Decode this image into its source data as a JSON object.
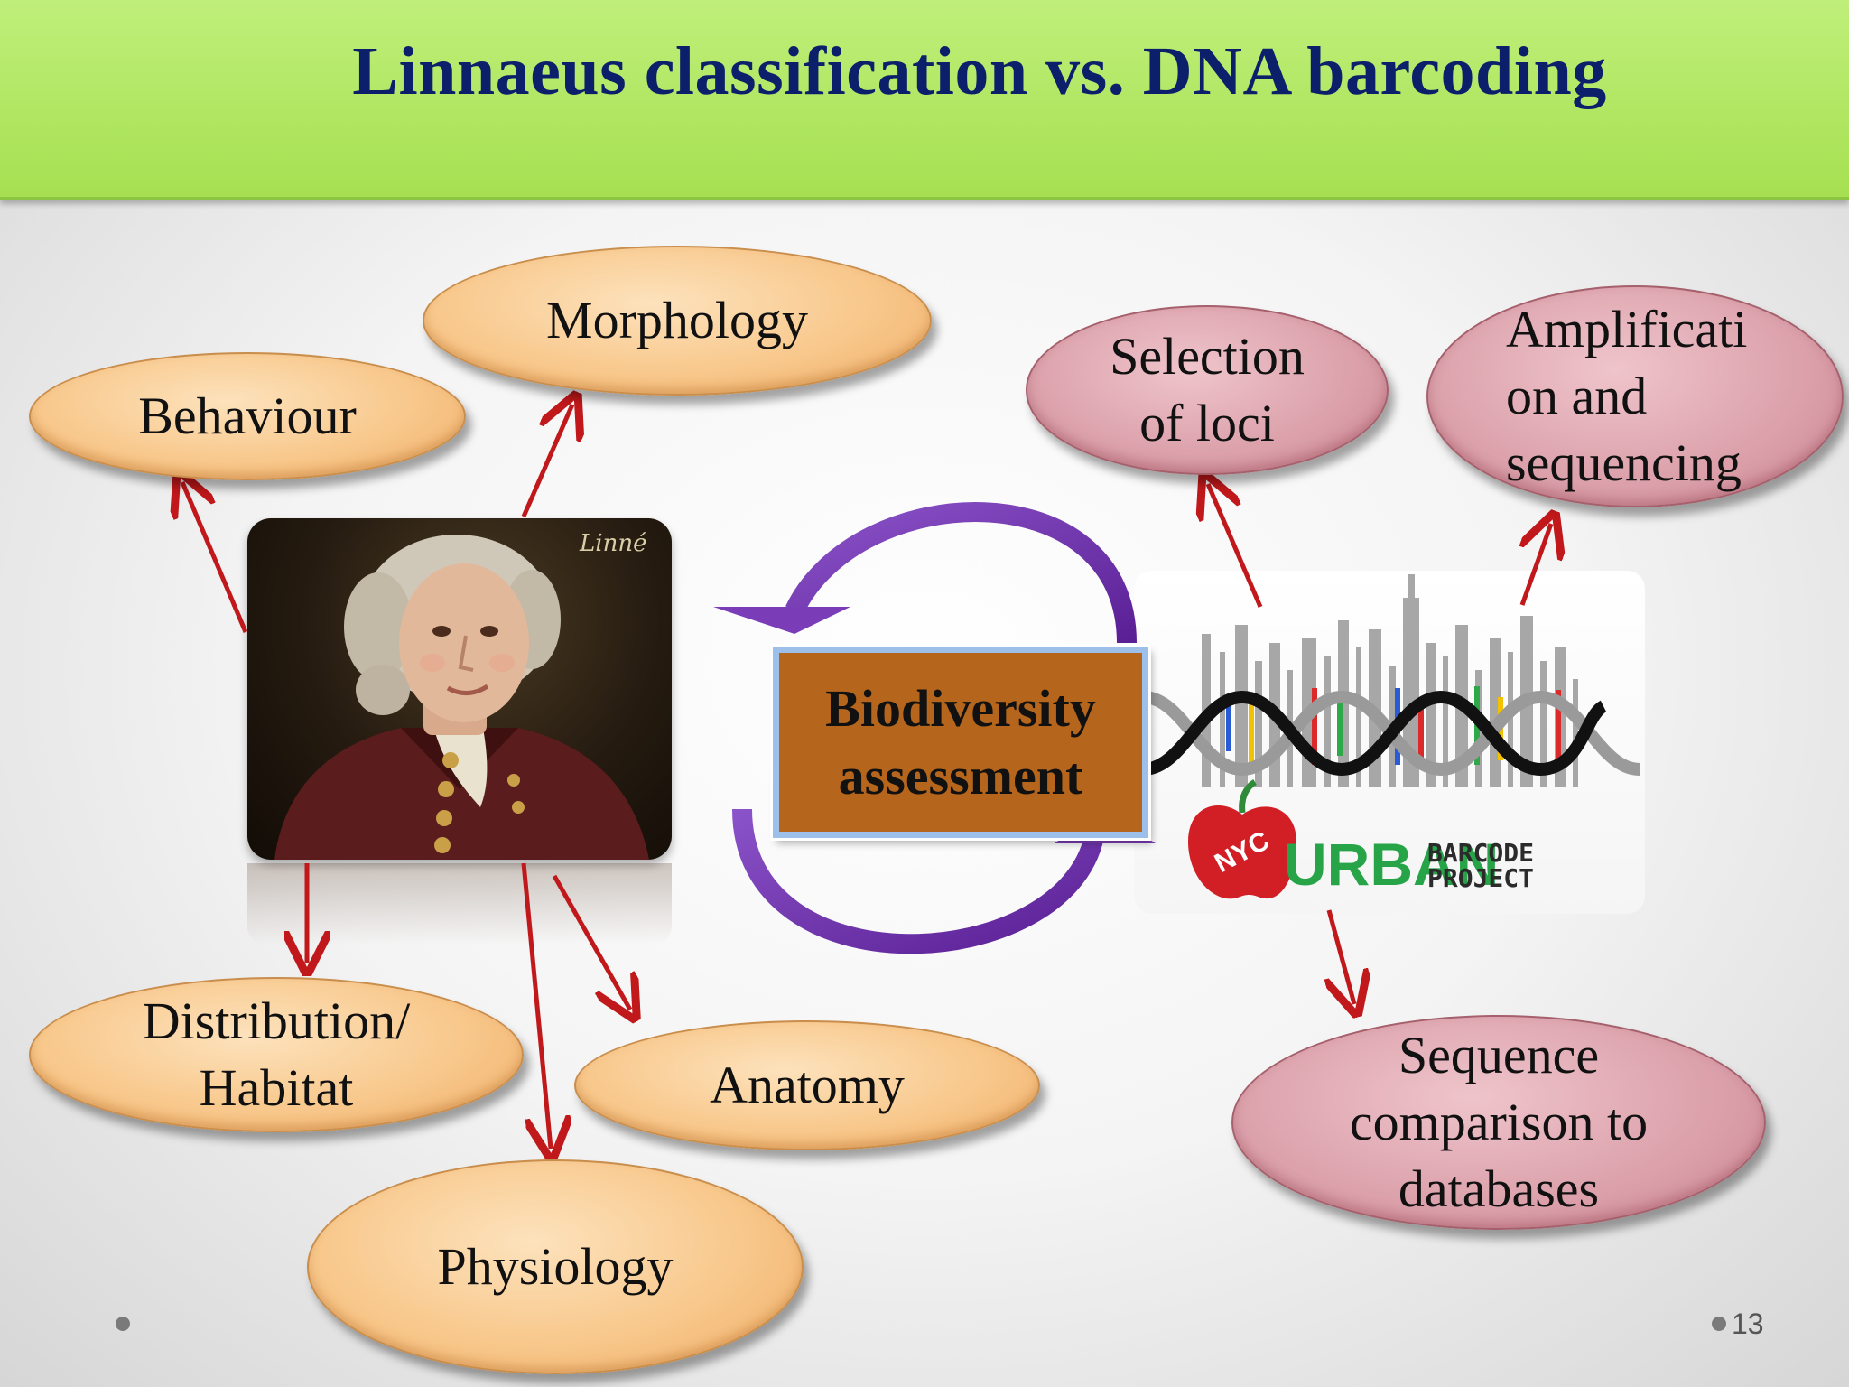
{
  "title": "Linnaeus classification vs. DNA barcoding",
  "linnaeus": {
    "portrait_signature": "Linné",
    "traits": {
      "morphology": "Morphology",
      "behaviour": "Behaviour",
      "distribution": [
        "Distribution/",
        "Habitat"
      ],
      "anatomy": "Anatomy",
      "physiology": "Physiology"
    }
  },
  "center": {
    "line1": "Biodiversity",
    "line2": "assessment"
  },
  "barcoding": {
    "selection": [
      "Selection",
      "of loci"
    ],
    "amplification": [
      "Amplificati",
      "on and",
      "sequencing"
    ],
    "comparison": [
      "Sequence",
      "comparison to",
      "databases"
    ],
    "logo": {
      "badge": "NYC",
      "word": "URBAN",
      "small1": "BARCODE",
      "small2": "PROJECT"
    }
  },
  "page_number": "13",
  "colors": {
    "title_bar": "#a6e051",
    "title_text": "#0b1f6b",
    "orange_oval": "#f8c88c",
    "pink_oval": "#dba0aa",
    "arrow": "#c0181b",
    "cycle_arrow": "#6b2aa3",
    "center_box": "#b5661c"
  }
}
